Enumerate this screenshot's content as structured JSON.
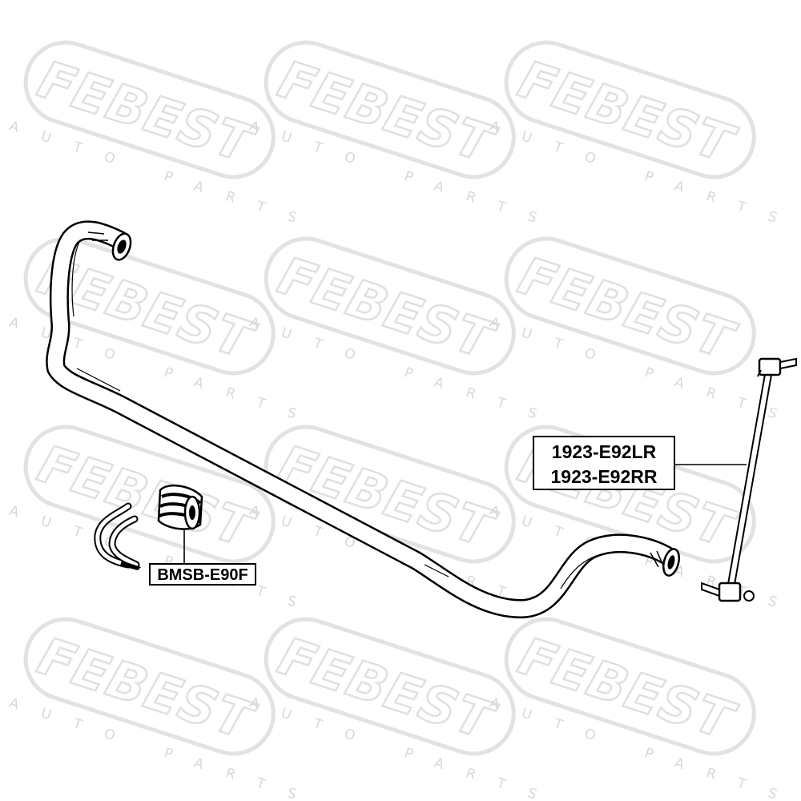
{
  "watermark": {
    "brand": "FEBEST",
    "subtitle": "AUTO PARTS",
    "color": "#e0e0e0"
  },
  "parts": {
    "bushing": {
      "label": "BMSB-E90F"
    },
    "link_left": {
      "label": "1923-E92LR"
    },
    "link_right": {
      "label": "1923-E92RR"
    }
  },
  "colors": {
    "line": "#000000",
    "background": "#ffffff"
  }
}
